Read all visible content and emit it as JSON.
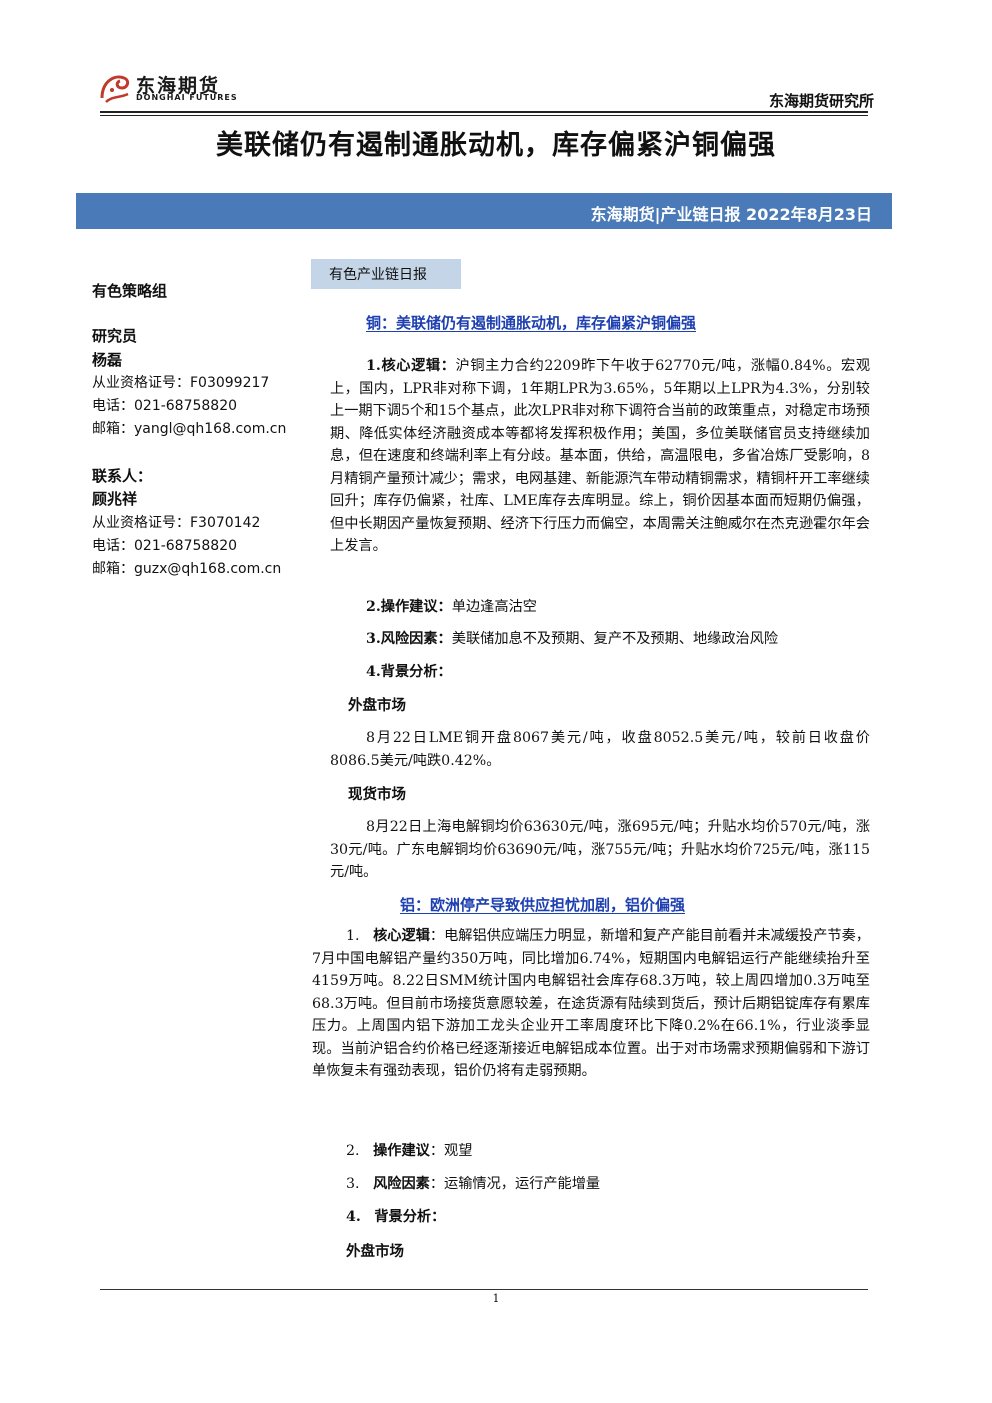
{
  "header": {
    "logo_cn": "东海期货",
    "logo_en": "DONGHAI FUTURES",
    "institute": "东海期货研究所"
  },
  "title": "美联储仍有遏制通胀动机，库存偏紧沪铜偏强",
  "banner": "东海期货|产业链日报 2022年8月23日",
  "sidebar": {
    "group": "有色策略组",
    "analyst_label": "研究员",
    "analyst_name": "杨磊",
    "analyst_cert": "从业资格证号：F03099217",
    "analyst_phone": "电话：021-68758820",
    "analyst_email": "邮箱：yangl@qh168.com.cn",
    "contact_label": "联系人：",
    "contact_name": "顾兆祥",
    "contact_cert": "从业资格证号：F3070142",
    "contact_phone": "电话：021-68758820",
    "contact_email": "邮箱：guzx@qh168.com.cn"
  },
  "tag": "有色产业链日报",
  "copper": {
    "heading": "铜：美联储仍有遏制通胀动机，库存偏紧沪铜偏强",
    "logic_label": "1.核心逻辑：",
    "logic_text": "沪铜主力合约2209昨下午收于62770元/吨，涨幅0.84%。宏观上，国内，LPR非对称下调，1年期LPR为3.65%，5年期以上LPR为4.3%，分别较上一期下调5个和15个基点，此次LPR非对称下调符合当前的政策重点，对稳定市场预期、降低实体经济融资成本等都将发挥积极作用；美国，多位美联储官员支持继续加息，但在速度和终端利率上有分歧。基本面，供给，高温限电，多省冶炼厂受影响，8月精铜产量预计减少；需求，电网基建、新能源汽车带动精铜需求，精铜杆开工率继续回升；库存仍偏紧，社库、LME库存去库明显。综上，铜价因基本面而短期仍偏强，但中长期因产量恢复预期、经济下行压力而偏空，本周需关注鲍威尔在杰克逊霍尔年会上发言。",
    "advice_label": "2.操作建议：",
    "advice_text": "单边逢高沽空",
    "risk_label": "3.风险因素：",
    "risk_text": "美联储加息不及预期、复产不及预期、地缘政治风险",
    "bg_label": "4.背景分析：",
    "overseas_label": "外盘市场",
    "overseas_text": "8月22日LME铜开盘8067美元/吨，收盘8052.5美元/吨，较前日收盘价8086.5美元/吨跌0.42%。",
    "spot_label": "现货市场",
    "spot_text": "8月22日上海电解铜均价63630元/吨，涨695元/吨；升贴水均价570元/吨，涨30元/吨。广东电解铜均价63690元/吨，涨755元/吨；升贴水均价725元/吨，涨115元/吨。"
  },
  "aluminum": {
    "heading": "铝：欧洲停产导致供应担忧加剧，铝价偏强",
    "logic_num": "1.",
    "logic_label": "核心逻辑",
    "logic_text": "：电解铝供应端压力明显，新增和复产产能目前看并未减缓投产节奏，7月中国电解铝产量约350万吨，同比增加6.74%，短期国内电解铝运行产能继续抬升至4159万吨。8.22日SMM统计国内电解铝社会库存68.3万吨，较上周四增加0.3万吨至68.3万吨。但目前市场接货意愿较差，在途货源有陆续到货后，预计后期铝锭库存有累库压力。上周国内铝下游加工龙头企业开工率周度环比下降0.2%在66.1%，行业淡季显现。当前沪铝合约价格已经逐渐接近电解铝成本位置。出于对市场需求预期偏弱和下游订单恢复未有强劲表现，铝价仍将有走弱预期。",
    "advice_num": "2.",
    "advice_label": "操作建议",
    "advice_text": "：观望",
    "risk_num": "3.",
    "risk_label": "风险因素",
    "risk_text": "：运输情况，运行产能增量",
    "bg_num": "4.",
    "bg_label": "背景分析：",
    "overseas_label": "外盘市场"
  },
  "footer": {
    "page": "1"
  }
}
